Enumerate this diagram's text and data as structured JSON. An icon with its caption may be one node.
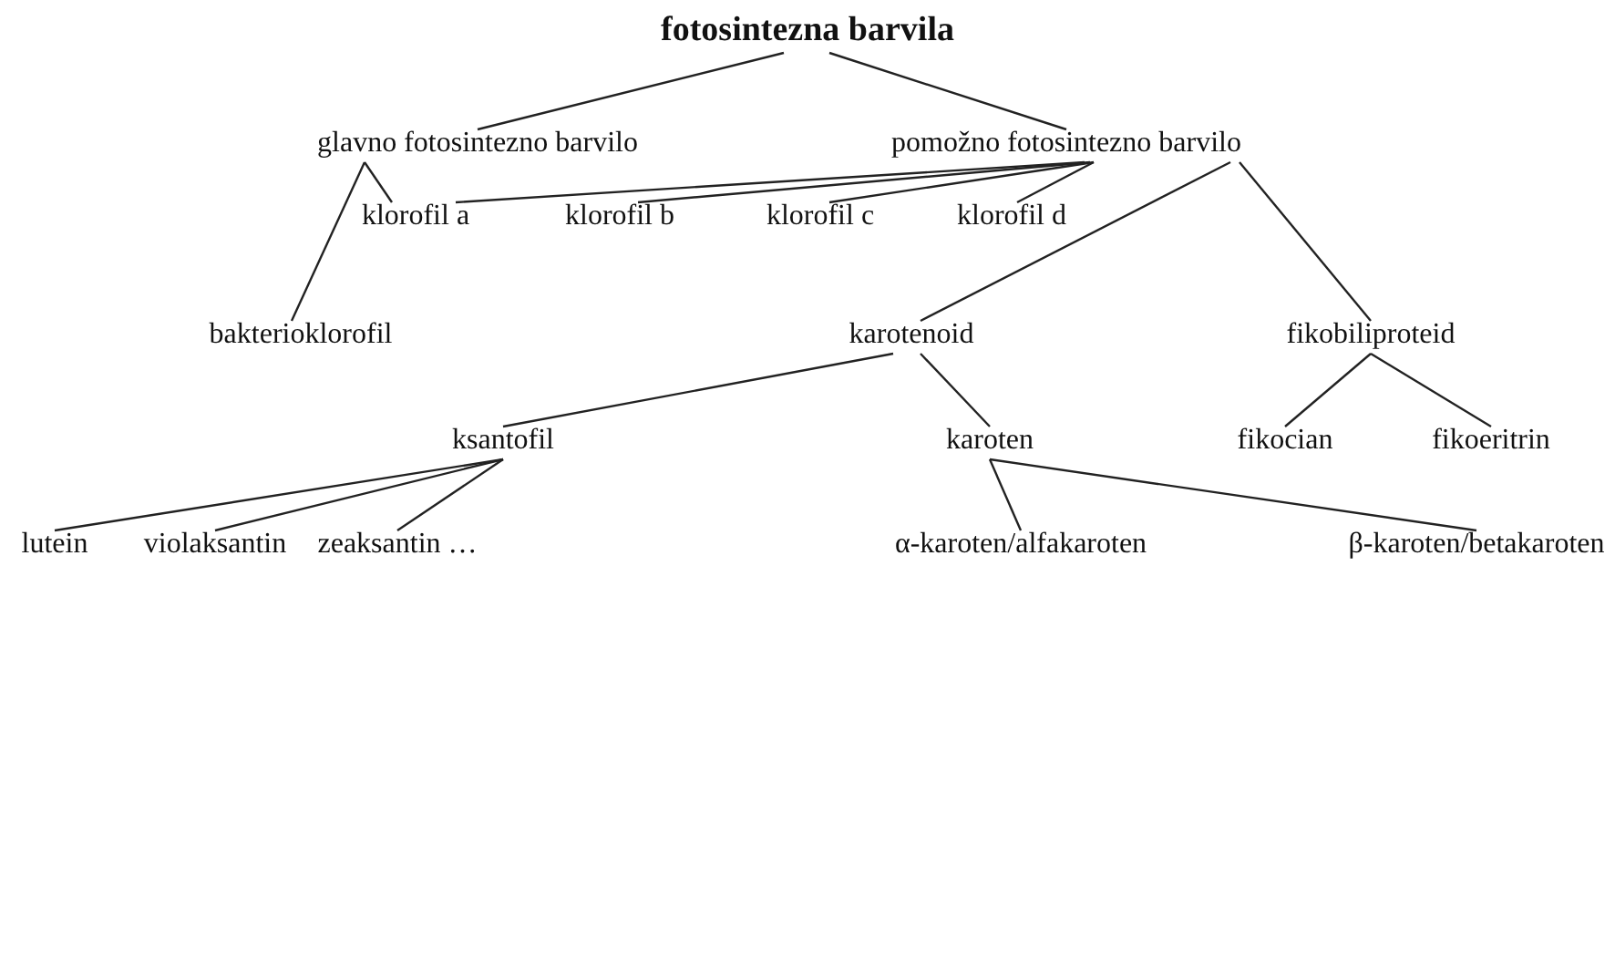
{
  "diagram": {
    "nodes": [
      {
        "text": [
          "fotosintezna barvila"
        ]
      },
      {
        "text": [
          "glavno fotosintezno barvilo"
        ]
      },
      {
        "text": [
          "pomožno fotosintezno barvilo"
        ]
      },
      {
        "text": [
          "klorofil a"
        ]
      },
      {
        "text": [
          "klorofil b"
        ]
      },
      {
        "text": [
          "klorofil c"
        ]
      },
      {
        "text": [
          "klorofil d"
        ]
      },
      {
        "text": [
          "bakterioklorofil"
        ]
      },
      {
        "text": [
          "karotenoid"
        ]
      },
      {
        "text": [
          "fikobiliproteid"
        ]
      },
      {
        "text": [
          "ksantofil"
        ]
      },
      {
        "text": [
          "karoten"
        ]
      },
      {
        "text": [
          "fikocian"
        ]
      },
      {
        "text": [
          "fikoeritrin"
        ]
      },
      {
        "text": [
          "lutein"
        ]
      },
      {
        "text": [
          "violaksantin"
        ]
      },
      {
        "text": [
          "zeaksantin …"
        ]
      },
      {
        "text": [
          "α-karoten/alfakaroten"
        ]
      },
      {
        "text": [
          "β-karoten/betakaroten"
        ]
      }
    ],
    "edges": [
      {
        "from": 0,
        "to": 1,
        "arrow": "none"
      },
      {
        "from": 0,
        "to": 2,
        "arrow": "none"
      },
      {
        "from": 1,
        "to": 3,
        "arrow": "none"
      },
      {
        "from": 1,
        "to": 7,
        "arrow": "none"
      },
      {
        "from": 2,
        "to": 3,
        "arrow": "none"
      },
      {
        "from": 2,
        "to": 4,
        "arrow": "none"
      },
      {
        "from": 2,
        "to": 5,
        "arrow": "none"
      },
      {
        "from": 2,
        "to": 6,
        "arrow": "none"
      },
      {
        "from": 2,
        "to": 8,
        "arrow": "none"
      },
      {
        "from": 2,
        "to": 9,
        "arrow": "none"
      },
      {
        "from": 8,
        "to": 10,
        "arrow": "none"
      },
      {
        "from": 8,
        "to": 11,
        "arrow": "none"
      },
      {
        "from": 9,
        "to": 12,
        "arrow": "none"
      },
      {
        "from": 9,
        "to": 13,
        "arrow": "none"
      },
      {
        "from": 10,
        "to": 14,
        "arrow": "none"
      },
      {
        "from": 10,
        "to": 15,
        "arrow": "none"
      },
      {
        "from": 10,
        "to": 16,
        "arrow": "none"
      },
      {
        "from": 11,
        "to": 17,
        "arrow": "none"
      },
      {
        "from": 11,
        "to": 18,
        "arrow": "none"
      }
    ]
  }
}
